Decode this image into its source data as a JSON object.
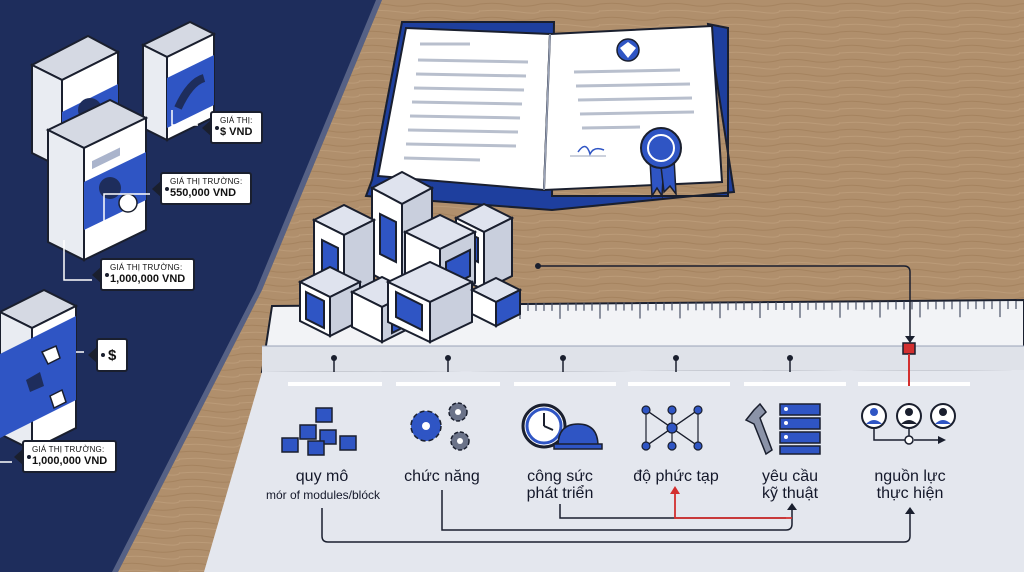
{
  "price_tags": [
    {
      "small": "GIÁ THỊ:",
      "big": "$ VND"
    },
    {
      "small": "GIÁ THỊ TRƯỜNG:",
      "big": "550,000 VND"
    },
    {
      "small": "GIÁ THỊ TRƯỜNG:",
      "big": "1,000,000 VND"
    },
    {
      "small": "",
      "big": "$"
    },
    {
      "small": "GIÁ THỊ TRƯỜNG:",
      "big": "1,000,000 VND"
    }
  ],
  "criteria": [
    {
      "label": "quy mô",
      "icon": "cubes-icon"
    },
    {
      "label": "chức năng",
      "icon": "gears-icon"
    },
    {
      "label": "công sức\nphát triển",
      "icon": "clock-hardhat-icon"
    },
    {
      "label": "độ phức tạp",
      "icon": "network-icon"
    },
    {
      "label": "yêu cầu\nkỹ thuật",
      "icon": "wrench-server-icon"
    },
    {
      "label": "nguồn lực\nthực hiện",
      "icon": "team-icon"
    }
  ],
  "criteria_sublabel": "mór of modules/blóck",
  "colors": {
    "navy": "#1e2d5c",
    "blue": "#2f55c4",
    "wood": "#b08f6c",
    "red": "#d32f2f",
    "ruler": "#f2f3f6"
  }
}
